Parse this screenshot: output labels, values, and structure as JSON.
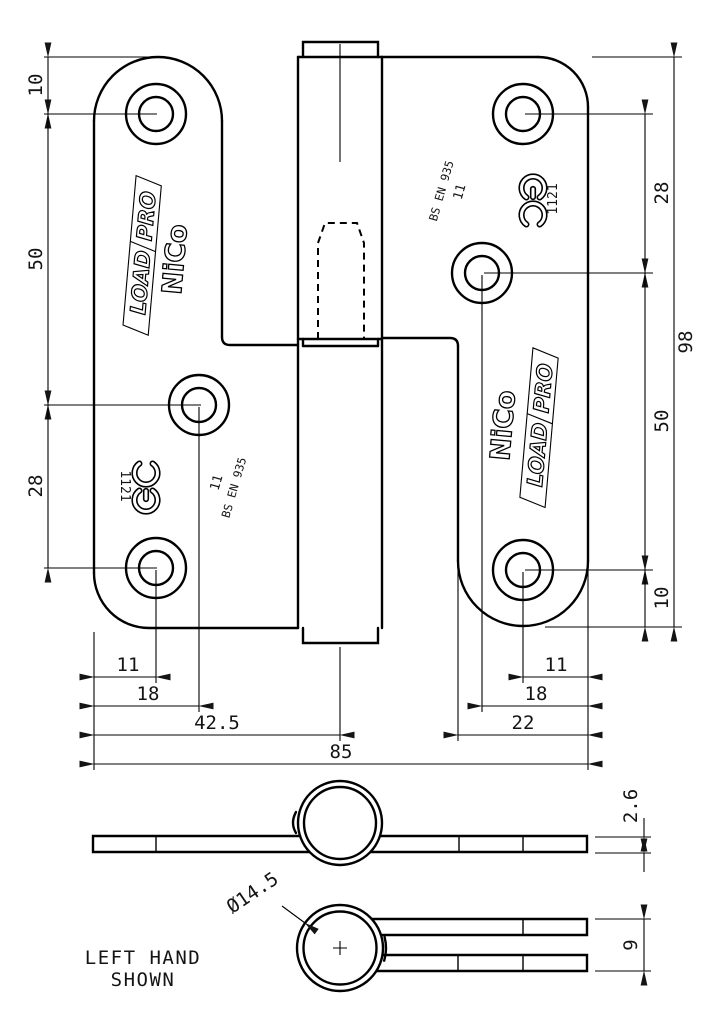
{
  "drawing_type": "hinge technical drawing",
  "dims": {
    "d10": "10",
    "d50": "50",
    "d28": "28",
    "d98": "98",
    "d11": "11",
    "d18": "18",
    "d42_5": "42.5",
    "d85": "85",
    "d22": "22",
    "d2_6": "2.6",
    "d9": "9",
    "dia": "Ø14.5"
  },
  "branding": {
    "name": "NiCo",
    "product_word1": "LOAD",
    "product_word2": "PRO",
    "standard": "BS EN 935",
    "load_class": "11",
    "ce_number": "1121"
  },
  "caption": {
    "line1": "LEFT HAND",
    "line2": "SHOWN"
  }
}
